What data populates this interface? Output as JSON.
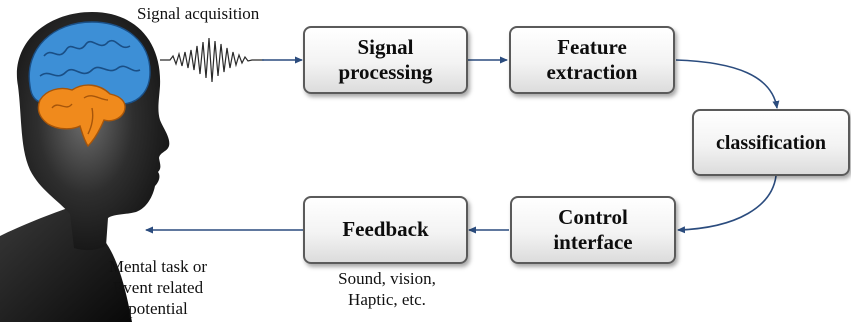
{
  "labels": {
    "signal_acquisition": "Signal acquisition",
    "mental_task_lines": [
      "Mental task or",
      "Event related",
      "potential"
    ],
    "feedback_modes_lines": [
      "Sound, vision,",
      "Haptic, etc."
    ]
  },
  "boxes": {
    "signal_processing": [
      "Signal",
      "processing"
    ],
    "feature_extraction": [
      "Feature",
      "extraction"
    ],
    "classification": [
      "classification"
    ],
    "control_interface": [
      "Control",
      "interface"
    ],
    "feedback": [
      "Feedback"
    ]
  },
  "colors": {
    "arrow": "#2b4c7e",
    "box_border": "#5a5a5a",
    "brain_cortex": "#3d8fd6",
    "brain_inner": "#f08a1c",
    "head": "#1c1c1c"
  },
  "icons": {
    "head": "human-head-silhouette",
    "brain": "brain-anatomy",
    "signal": "eeg-waveform"
  }
}
